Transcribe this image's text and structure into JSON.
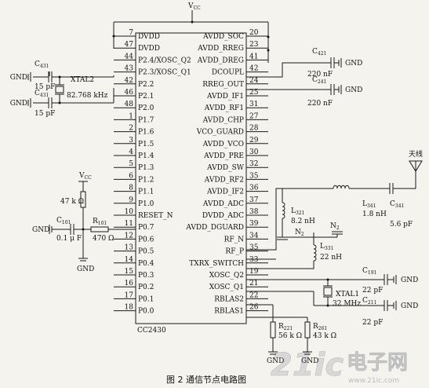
{
  "chip": {
    "name": "CC2430",
    "left_pins": [
      {
        "num": "7",
        "name": "DVDD"
      },
      {
        "num": "47",
        "name": "DVDD"
      },
      {
        "num": "44",
        "name": "P2.4/XOSC_Q2"
      },
      {
        "num": "43",
        "name": "P2.3/XOSC_Q1"
      },
      {
        "num": "42",
        "name": "P2.2"
      },
      {
        "num": "46",
        "name": "P2.1"
      },
      {
        "num": "48",
        "name": "P2.0"
      },
      {
        "num": "1",
        "name": "P1.7"
      },
      {
        "num": "2",
        "name": "P1.6"
      },
      {
        "num": "3",
        "name": "P1.5"
      },
      {
        "num": "4",
        "name": "P1.4"
      },
      {
        "num": "5",
        "name": "P1.3"
      },
      {
        "num": "6",
        "name": "P1.2"
      },
      {
        "num": "8",
        "name": "P1.1"
      },
      {
        "num": "9",
        "name": "P1.0"
      },
      {
        "num": "10",
        "name": "RESET_N"
      },
      {
        "num": "11",
        "name": "P0.7"
      },
      {
        "num": "12",
        "name": "P0.6"
      },
      {
        "num": "13",
        "name": "P0.5"
      },
      {
        "num": "14",
        "name": "P0.4"
      },
      {
        "num": "15",
        "name": "P0.3"
      },
      {
        "num": "16",
        "name": "P0.2"
      },
      {
        "num": "17",
        "name": "P0.1"
      },
      {
        "num": "18",
        "name": "P0.0"
      }
    ],
    "right_pins": [
      {
        "num": "20",
        "name": "AVDD_SOC"
      },
      {
        "num": "23",
        "name": "AVDD_RREG"
      },
      {
        "num": "41",
        "name": "AVDD_DREG"
      },
      {
        "num": "42",
        "name": "DCOUPL"
      },
      {
        "num": "24",
        "name": "RREG_OUT"
      },
      {
        "num": "25",
        "name": "AVDD_IF1"
      },
      {
        "num": "31",
        "name": "AVDD_RF1"
      },
      {
        "num": "27",
        "name": "AVDD_CHP"
      },
      {
        "num": "28",
        "name": "VCO_GUARD"
      },
      {
        "num": "29",
        "name": "AVDD_VCO"
      },
      {
        "num": "30",
        "name": "AVDD_PRE"
      },
      {
        "num": "32",
        "name": "AVDD_SW"
      },
      {
        "num": "35",
        "name": "AVDD_RF2"
      },
      {
        "num": "36",
        "name": "AVDD_IF2"
      },
      {
        "num": "37",
        "name": "AVDD_ADC"
      },
      {
        "num": "38",
        "name": "DVDD_ADC"
      },
      {
        "num": "39",
        "name": "AVDD_DGUARD"
      },
      {
        "num": "34",
        "name": "RF_N"
      },
      {
        "num": "35",
        "name": "RF_P"
      },
      {
        "num": "33",
        "name": "TXRX_SWITCH"
      },
      {
        "num": "19",
        "name": "XOSC_Q2"
      },
      {
        "num": "21",
        "name": "XOSC_Q1"
      },
      {
        "num": "22",
        "name": "RBLAS2"
      },
      {
        "num": "26",
        "name": "RBLAS1"
      }
    ]
  },
  "labels": {
    "vcc_top": "V",
    "vcc_top_sub": "CC",
    "vcc_left": "V",
    "vcc_left_sub": "CC",
    "gnd": "GND",
    "antenna": "天线"
  },
  "components": {
    "c431a": {
      "name": "C",
      "sub": "431",
      "value": "15 pF"
    },
    "c431b": {
      "name": "C",
      "sub": "431",
      "value": "15 pF"
    },
    "xtal2": {
      "name": "XTAL2",
      "value": "82.768 kHz"
    },
    "c421": {
      "name": "C",
      "sub": "421",
      "value": "220 nF"
    },
    "c241": {
      "name": "C",
      "sub": "241",
      "value": "220 nF"
    },
    "r47k": {
      "value": "47 k Ω"
    },
    "c101": {
      "name": "C",
      "sub": "101",
      "value": "0.1  μ F"
    },
    "r101": {
      "name": "R",
      "sub": "101",
      "value": "470  Ω"
    },
    "l321": {
      "name": "L",
      "sub": "321",
      "value": "8.2 nH"
    },
    "n2a": {
      "name": "N",
      "sub": "2"
    },
    "n2b": {
      "name": "N",
      "sub": "2"
    },
    "l331": {
      "name": "L",
      "sub": "331",
      "value": "22 nH"
    },
    "l341": {
      "name": "L",
      "sub": "341",
      "value": "1.8 nH"
    },
    "c341": {
      "name": "C",
      "sub": "341",
      "value": "5.6 pF"
    },
    "c191": {
      "name": "C",
      "sub": "191",
      "value": "22 pF"
    },
    "c211": {
      "name": "C",
      "sub": "211",
      "value": "22 pF"
    },
    "xtal1": {
      "name": "XTAL1",
      "value": "32 MHz"
    },
    "r221": {
      "name": "R",
      "sub": "221",
      "value": "56 k Ω"
    },
    "r261": {
      "name": "R",
      "sub": "261",
      "value": "43 k Ω"
    }
  },
  "caption": "图 2    通信节点电路图",
  "watermark": {
    "text": "21ic",
    "suffix": "电子网",
    "url": "www.21ic.com"
  }
}
